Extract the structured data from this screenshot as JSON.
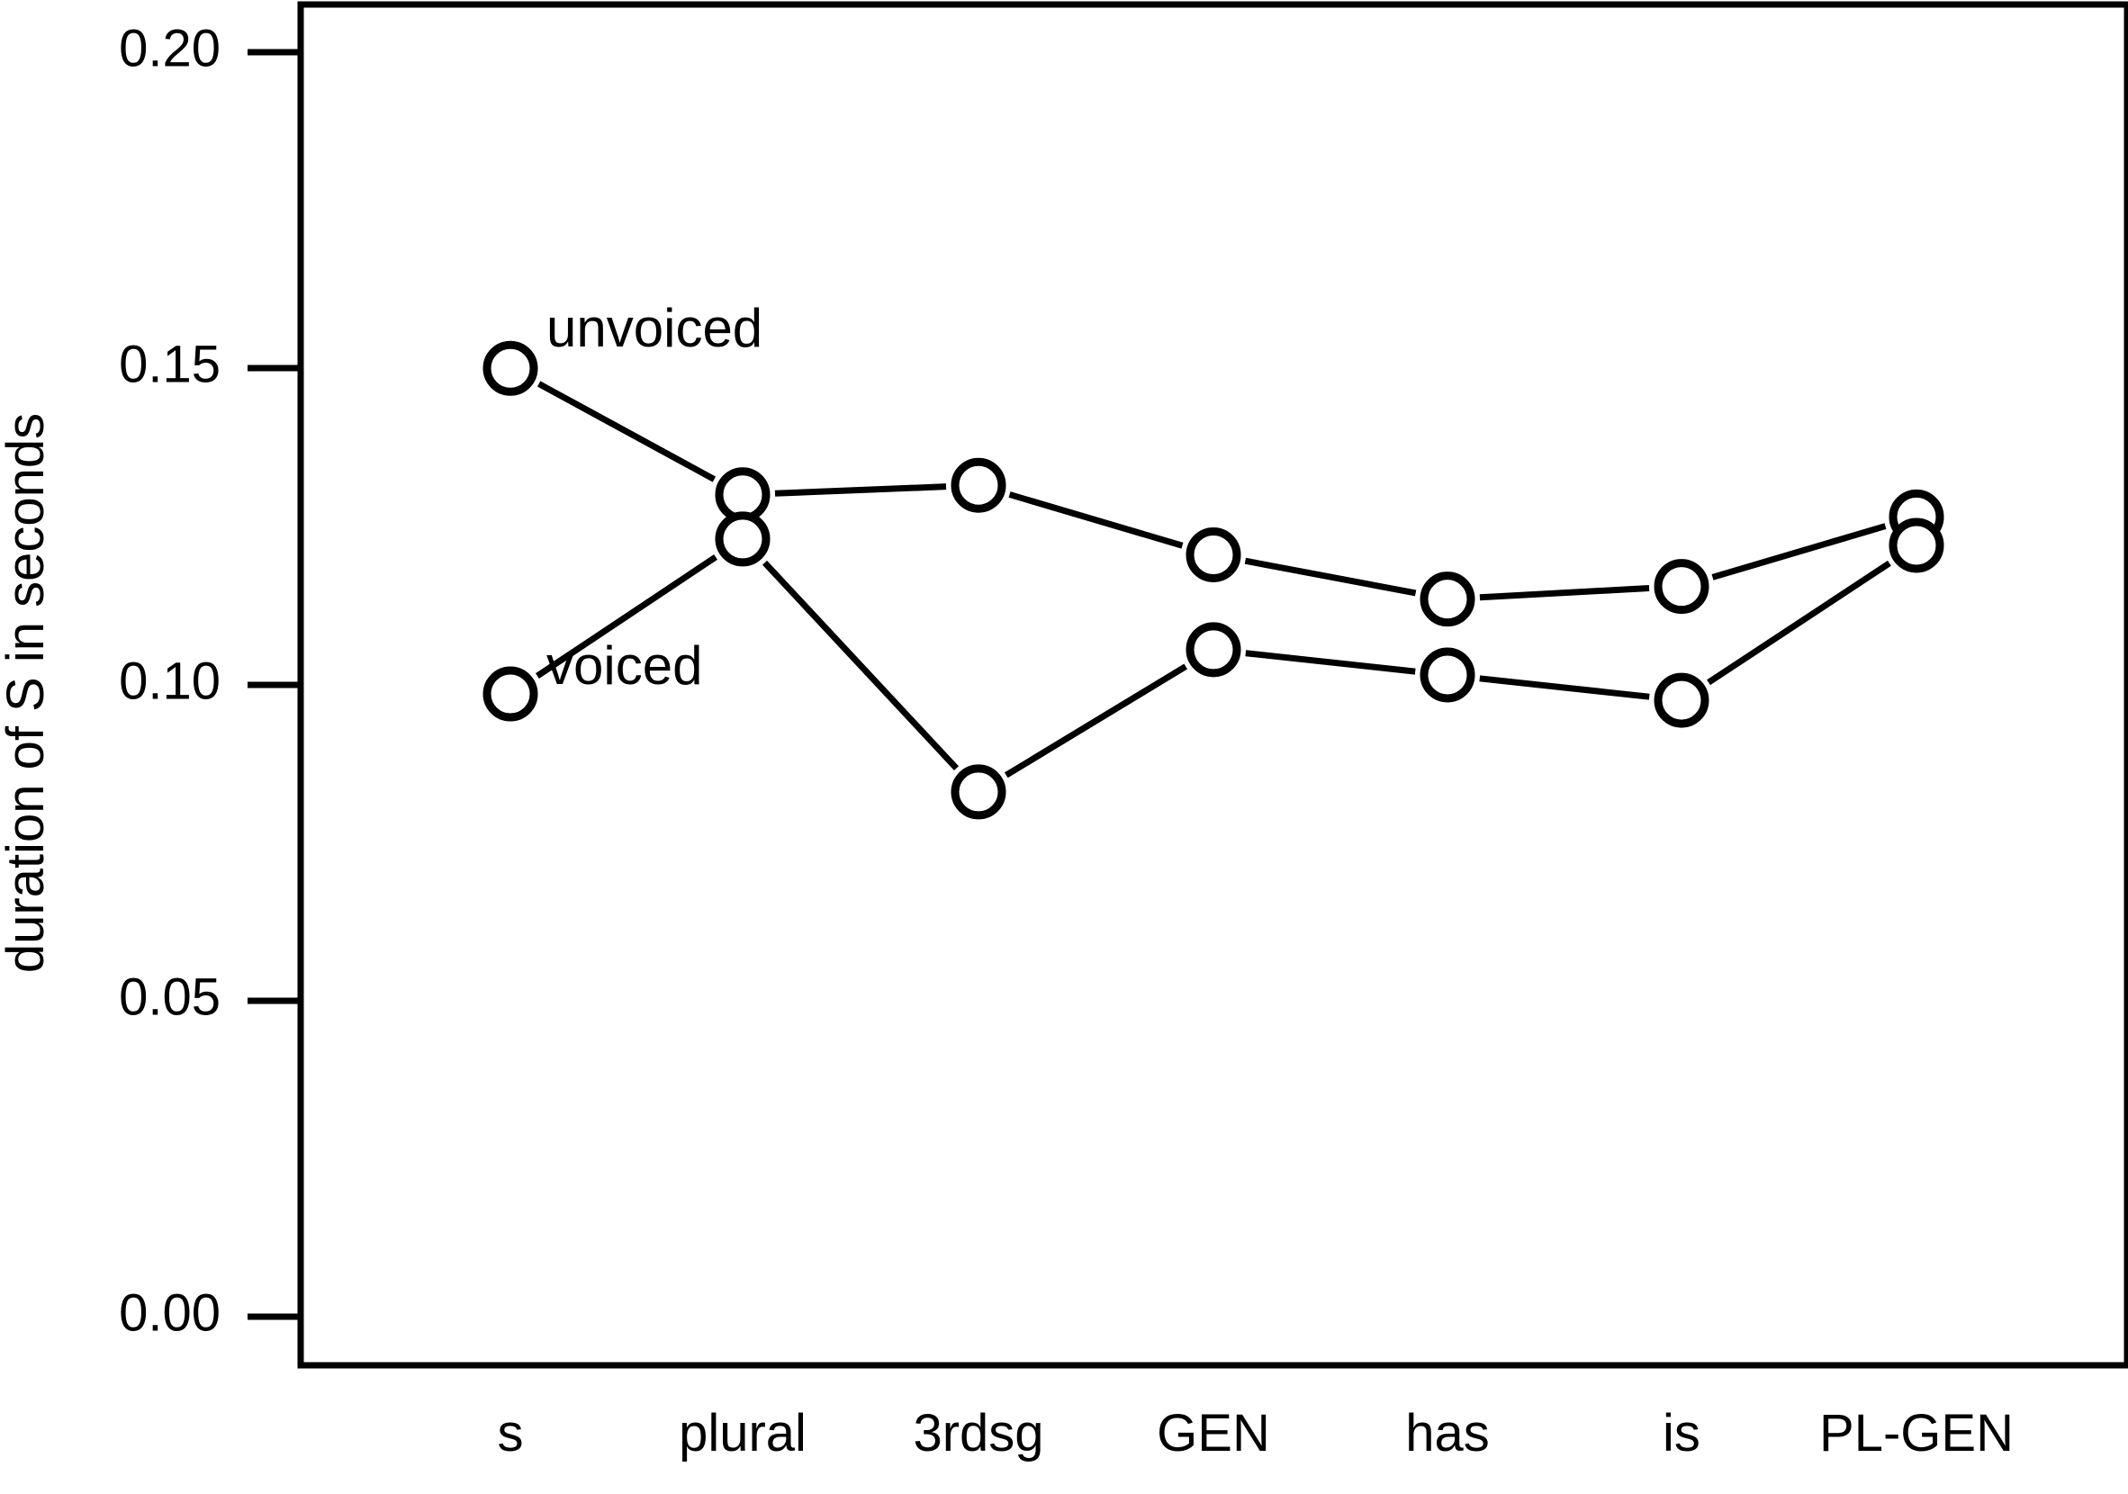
{
  "chart_data": {
    "type": "line",
    "title": "",
    "subtitle": "",
    "xlabel": "",
    "ylabel": "duration of S in seconds",
    "categories": [
      "s",
      "plural",
      "3rdsg",
      "GEN",
      "has",
      "is",
      "PL-GEN"
    ],
    "ylim": [
      0.0,
      0.205
    ],
    "yticks": [
      0.0,
      0.05,
      0.1,
      0.15,
      0.2
    ],
    "ytick_labels": [
      "0.00",
      "0.05",
      "0.10",
      "0.15",
      "0.20"
    ],
    "grid": false,
    "legend_position": "inline-annotations",
    "marker": "open-circle",
    "series": [
      {
        "name": "unvoiced",
        "annotation": "unvoiced",
        "values": [
          0.15,
          0.13,
          0.1315,
          0.1205,
          0.1135,
          0.1155,
          0.1265
        ]
      },
      {
        "name": "voiced",
        "annotation": "voiced",
        "values": [
          0.0985,
          0.123,
          0.083,
          0.1055,
          0.1015,
          0.0975,
          0.122
        ]
      }
    ],
    "annotations": [
      {
        "text": "unvoiced",
        "series": "unvoiced",
        "near_category": "s"
      },
      {
        "text": "voiced",
        "series": "voiced",
        "near_category": "s"
      }
    ]
  },
  "axes": {
    "y_title": "duration of S in seconds",
    "y_tick_labels": [
      "0.20",
      "0.15",
      "0.10",
      "0.05",
      "0.00"
    ],
    "x_tick_labels": [
      "s",
      "plural",
      "3rdsg",
      "GEN",
      "has",
      "is",
      "PL-GEN"
    ]
  },
  "colors": {
    "foreground": "#000000",
    "background": "#ffffff",
    "marker_fill": "#ffffff"
  }
}
